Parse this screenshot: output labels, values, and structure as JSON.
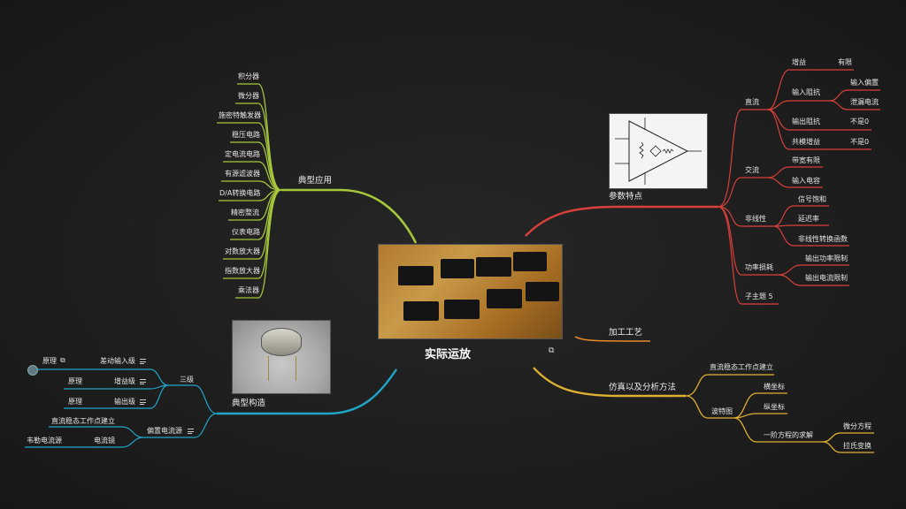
{
  "root": {
    "label": "实际运放",
    "image": "op-amp-chips-photo",
    "link_icon": "link-icon"
  },
  "colors": {
    "background": "#1e1e1e",
    "green_branch": "#a6c63b",
    "red_branch": "#d8403a",
    "orange_branch": "#e88a2a",
    "yellow_branch": "#e0b030",
    "blue_branch": "#1fa6c8",
    "text": "#e8e8e8"
  },
  "branches": {
    "applications": {
      "label": "典型应用",
      "items": [
        "积分器",
        "微分器",
        "施密特触发器",
        "稳压电路",
        "定电流电路",
        "有源滤波器",
        "D/A转换电路",
        "精密整流",
        "仪表电路",
        "对数放大器",
        "指数放大器",
        "乘法器"
      ]
    },
    "parameters": {
      "label": "参数特点",
      "image": "op-amp-equivalent-circuit",
      "groups": [
        {
          "label": "直流",
          "items": [
            {
              "label": "增益",
              "detail": "有限"
            },
            {
              "label": "输入阻抗",
              "children": [
                "输入偏置",
                "泄漏电流"
              ]
            },
            {
              "label": "输出阻抗",
              "detail": "不是0"
            },
            {
              "label": "共模增益",
              "detail": "不是0"
            }
          ]
        },
        {
          "label": "交流",
          "items": [
            {
              "label": "带宽有限"
            },
            {
              "label": "输入电容"
            }
          ]
        },
        {
          "label": "非线性",
          "items": [
            {
              "label": "信号饱和"
            },
            {
              "label": "延迟率"
            },
            {
              "label": "非线性转换函数"
            }
          ]
        },
        {
          "label": "功率损耗",
          "items": [
            {
              "label": "输出功率限制"
            },
            {
              "label": "输出电流限制"
            }
          ]
        },
        {
          "label": "子主题 5",
          "items": []
        }
      ]
    },
    "process": {
      "label": "加工工艺"
    },
    "simulation": {
      "label": "仿真以及分析方法",
      "items": [
        {
          "label": "直流稳态工作点建立"
        },
        {
          "label": "波特图",
          "children": [
            {
              "label": "横坐标"
            },
            {
              "label": "纵坐标"
            },
            {
              "label": "一阶方程的求解",
              "children": [
                "微分方程",
                "拉氏变换"
              ]
            }
          ]
        }
      ]
    },
    "structure": {
      "label": "典型构造",
      "image": "metal-can-op-amp-photo",
      "groups": [
        {
          "label": "三级",
          "items": [
            {
              "label": "差动输入级",
              "note": "原理",
              "has_link": true
            },
            {
              "label": "增益级",
              "note": "原理"
            },
            {
              "label": "输出级",
              "note": "原理"
            }
          ]
        },
        {
          "label": "偏置电流源",
          "items": [
            {
              "label": "直流稳态工作点建立"
            },
            {
              "label": "电流镜",
              "note": "韦勒电流源"
            }
          ]
        }
      ]
    }
  }
}
